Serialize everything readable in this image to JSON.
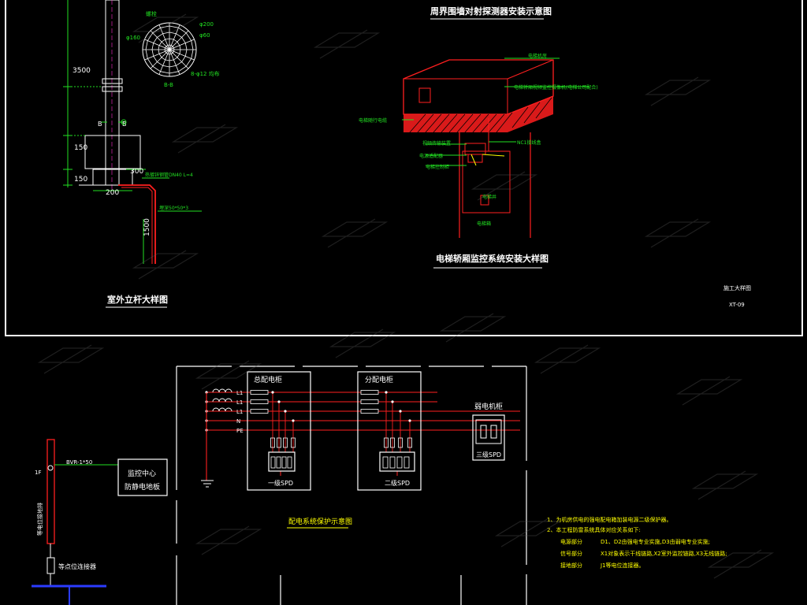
{
  "top": {
    "pole": {
      "dim_3500": "3500",
      "dim_150a": "150",
      "dim_150b": "150",
      "dim_200": "200",
      "dim_300": "300",
      "dim_1500": "1500",
      "label_b": "B",
      "label_b2": "B",
      "cable_label": "热镀锌钢管DN40 L=4",
      "burial_label": "埋深50*50*3",
      "title": "室外立杆大样图"
    },
    "section": {
      "label_top": "螺栓",
      "phi200": "φ200",
      "phi160": "φ160",
      "phi60": "φ60",
      "bolt": "8-φ12 均布",
      "bb": "B-B"
    },
    "detector": {
      "title": "周界围墙对射探测器安装示意图",
      "label_1": "电梯机房",
      "label_2": "电梯轿厢视频监控摄像机(电梯公司配合)",
      "label_3": "电梯随行电缆",
      "label_4": "视频传输装置",
      "label_5": "电源适配器",
      "label_6": "电梯控制柜",
      "label_7": "NC1接线盒",
      "label_8": "电梯井",
      "label_9": "电梯箱",
      "elevator_title": "电梯轿厢监控系统安装大样图"
    },
    "sheet": {
      "name": "施工大样图",
      "number": "XT-09"
    }
  },
  "bottom": {
    "lines": [
      "L1",
      "L1",
      "L1",
      "N",
      "PE"
    ],
    "cab1_title": "总配电柜",
    "cab1_spd": "一级SPD",
    "cab2_title": "分配电柜",
    "cab2_spd": "二级SPD",
    "cab3_title": "弱电机柜",
    "cab3_spd": "三级SPD",
    "diagram_title": "配电系统保护示意图",
    "left": {
      "wire_label": "BVR-1*50",
      "floor": "1F",
      "busbar": "等电位接地排",
      "box_line1": "监控中心",
      "box_line2": "防静电地板",
      "bottom_label": "等点位连接器"
    },
    "notes": {
      "n1": "1、为机房供电的强电配电箱加装电源二级保护器。",
      "n2": "2、本工程防雷系统具体对应关系如下:",
      "rows": [
        {
          "k": "电源部分",
          "v": "D1、D2由强电专业实施,D3由弱电专业实施;"
        },
        {
          "k": "信号部分",
          "v": "X1对象表示干线链路,X2室外监控链路,X3无线链路;"
        },
        {
          "k": "接地部分",
          "v": "J1等电位连接器。"
        }
      ]
    }
  },
  "colors": {
    "red": "#ff1f1f",
    "green": "#22e022",
    "white": "#ffffff",
    "cyan": "#00e5ff",
    "yellow": "#ffff00",
    "blue": "#2b3cff",
    "magenta": "#ff2bd0"
  }
}
